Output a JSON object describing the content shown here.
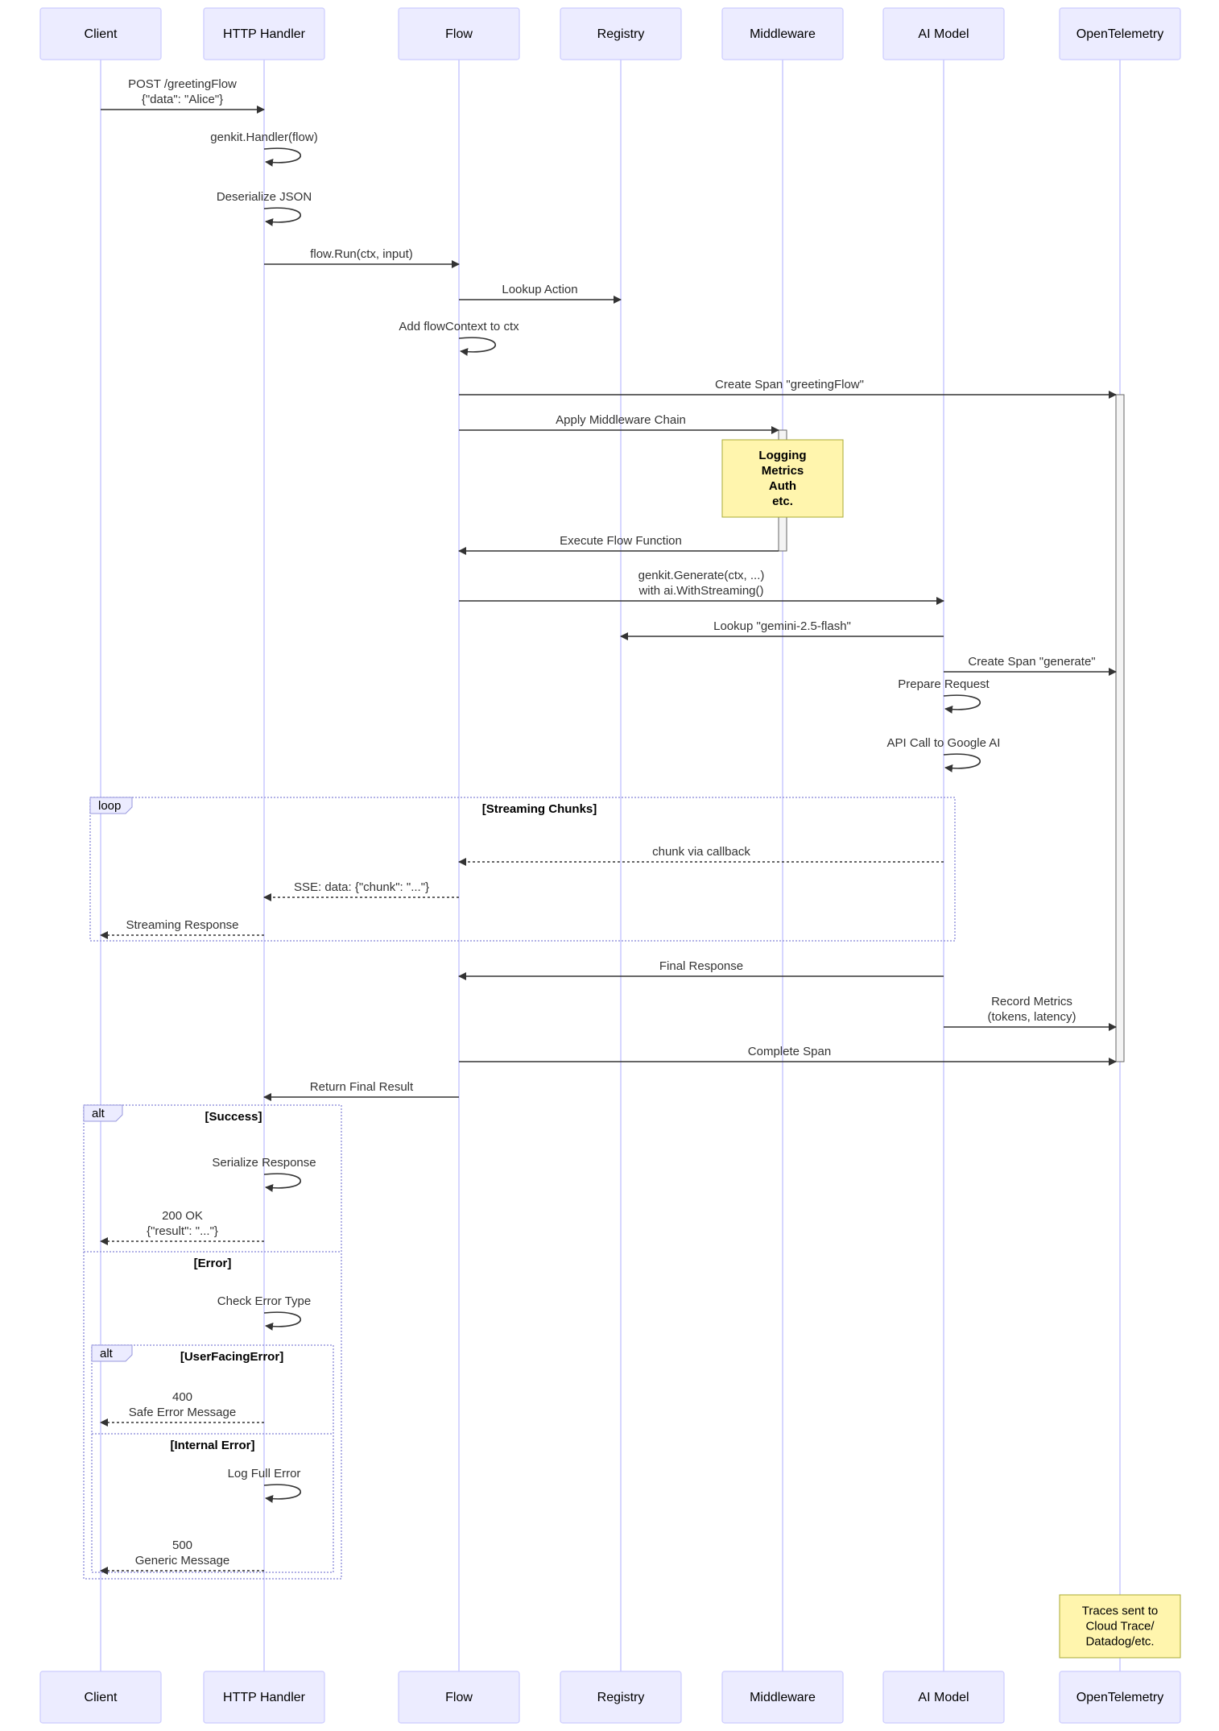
{
  "actors": [
    {
      "id": "client",
      "name": "Client"
    },
    {
      "id": "http",
      "name": "HTTP Handler"
    },
    {
      "id": "flow",
      "name": "Flow"
    },
    {
      "id": "registry",
      "name": "Registry"
    },
    {
      "id": "middleware",
      "name": "Middleware"
    },
    {
      "id": "aimodel",
      "name": "AI Model"
    },
    {
      "id": "otel",
      "name": "OpenTelemetry"
    }
  ],
  "messages": [
    {
      "from": "client",
      "to": "http",
      "lines": [
        "POST /greetingFlow",
        "{\"data\": \"Alice\"}"
      ],
      "style": "solid"
    },
    {
      "from": "http",
      "to": "http",
      "lines": [
        "genkit.Handler(flow)"
      ],
      "style": "solid"
    },
    {
      "from": "http",
      "to": "http",
      "lines": [
        "Deserialize JSON"
      ],
      "style": "solid"
    },
    {
      "from": "http",
      "to": "flow",
      "lines": [
        "flow.Run(ctx, input)"
      ],
      "style": "solid"
    },
    {
      "from": "flow",
      "to": "registry",
      "lines": [
        "Lookup Action"
      ],
      "style": "solid"
    },
    {
      "from": "flow",
      "to": "flow",
      "lines": [
        "Add flowContext to ctx"
      ],
      "style": "solid"
    },
    {
      "from": "flow",
      "to": "otel",
      "lines": [
        "Create Span \"greetingFlow\""
      ],
      "style": "solid"
    },
    {
      "from": "flow",
      "to": "middleware",
      "lines": [
        "Apply Middleware Chain"
      ],
      "style": "solid"
    },
    {
      "from": "middleware",
      "to": "flow",
      "lines": [
        "Execute Flow Function"
      ],
      "style": "solid"
    },
    {
      "from": "flow",
      "to": "aimodel",
      "lines": [
        "genkit.Generate(ctx, ...)",
        "with ai.WithStreaming()"
      ],
      "style": "solid"
    },
    {
      "from": "aimodel",
      "to": "registry",
      "lines": [
        "Lookup \"gemini-2.5-flash\""
      ],
      "style": "solid"
    },
    {
      "from": "aimodel",
      "to": "otel",
      "lines": [
        "Create Span \"generate\""
      ],
      "style": "solid"
    },
    {
      "from": "aimodel",
      "to": "aimodel",
      "lines": [
        "Prepare Request"
      ],
      "style": "solid"
    },
    {
      "from": "aimodel",
      "to": "aimodel",
      "lines": [
        "API Call to Google AI"
      ],
      "style": "solid"
    },
    {
      "from": "aimodel",
      "to": "flow",
      "lines": [
        "chunk via callback"
      ],
      "style": "dashed"
    },
    {
      "from": "flow",
      "to": "http",
      "lines": [
        "SSE: data: {\"chunk\": \"...\"}"
      ],
      "style": "dashed"
    },
    {
      "from": "http",
      "to": "client",
      "lines": [
        "Streaming Response"
      ],
      "style": "dashed"
    },
    {
      "from": "aimodel",
      "to": "flow",
      "lines": [
        "Final Response"
      ],
      "style": "solid"
    },
    {
      "from": "aimodel",
      "to": "otel",
      "lines": [
        "Record Metrics",
        "(tokens, latency)"
      ],
      "style": "solid"
    },
    {
      "from": "flow",
      "to": "otel",
      "lines": [
        "Complete Span"
      ],
      "style": "solid"
    },
    {
      "from": "flow",
      "to": "http",
      "lines": [
        "Return Final Result"
      ],
      "style": "solid"
    },
    {
      "from": "http",
      "to": "http",
      "lines": [
        "Serialize Response"
      ],
      "style": "solid"
    },
    {
      "from": "http",
      "to": "client",
      "lines": [
        "200 OK",
        "{\"result\": \"...\"}"
      ],
      "style": "dashed"
    },
    {
      "from": "http",
      "to": "http",
      "lines": [
        "Check Error Type"
      ],
      "style": "solid"
    },
    {
      "from": "http",
      "to": "client",
      "lines": [
        "400",
        "Safe Error Message"
      ],
      "style": "dashed"
    },
    {
      "from": "http",
      "to": "http",
      "lines": [
        "Log Full Error"
      ],
      "style": "solid"
    },
    {
      "from": "http",
      "to": "client",
      "lines": [
        "500",
        "Generic Message"
      ],
      "style": "dashed"
    }
  ],
  "notes": [
    {
      "over": "middleware",
      "lines": [
        "Logging",
        "Metrics",
        "Auth",
        "etc."
      ]
    },
    {
      "over": "otel",
      "lines": [
        "Traces sent to",
        "Cloud Trace/",
        "Datadog/etc."
      ]
    }
  ],
  "frames": [
    {
      "kind": "loop",
      "sections": [
        "Streaming Chunks"
      ]
    },
    {
      "kind": "alt",
      "sections": [
        "Success",
        "Error"
      ]
    },
    {
      "kind": "alt",
      "sections": [
        "UserFacingError",
        "Internal Error"
      ]
    }
  ],
  "colors": {
    "actor_fill": "#ECECFF",
    "actor_border": "#CCCCFF",
    "lifeline": "#CCCCFF",
    "arrow": "#333333",
    "note_fill": "#FFF5AD",
    "note_border": "#AAAA33",
    "frame_border": "#9999DD"
  }
}
